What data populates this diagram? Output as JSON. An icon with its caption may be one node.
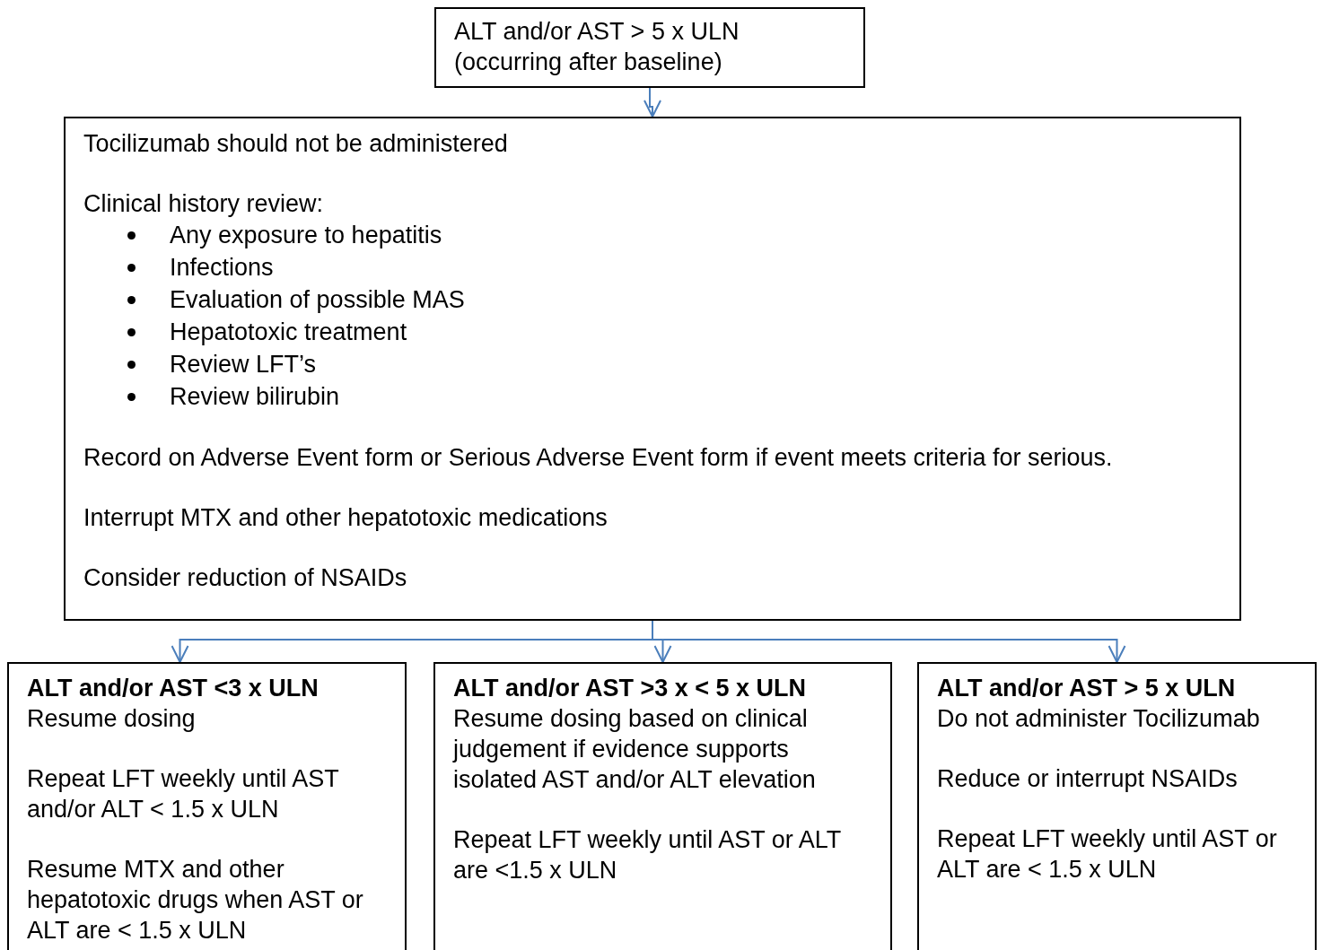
{
  "diagram": {
    "nodes": [
      {
        "text": [
          "ALT and/or AST > 5 x ULN (occurring after baseline)"
        ]
      },
      {
        "text": [
          "Tocilizumab should not be administered",
          "Clinical history review:",
          "Any exposure to hepatitis",
          "Infections",
          "Evaluation of possible MAS",
          "Hepatotoxic treatment",
          "Review LFT’s",
          "Review bilirubin",
          "Record on Adverse Event form or Serious Adverse Event form if event meets criteria for serious.",
          "Interrupt MTX and other hepatotoxic medications",
          "Consider reduction of NSAIDs"
        ]
      },
      {
        "text": [
          "ALT and/or AST <3 x ULN",
          "Resume dosing",
          "Repeat LFT weekly until AST and/or ALT < 1.5 x ULN",
          "Resume MTX and other hepatotoxic drugs when AST or ALT are < 1.5 x ULN"
        ]
      },
      {
        "text": [
          "ALT and/or AST >3 x < 5 x ULN",
          "Resume dosing based on clinical judgement if evidence supports isolated AST and/or ALT elevation",
          "Repeat LFT weekly until AST or ALT are <1.5 x ULN"
        ]
      },
      {
        "text": [
          "ALT and/or AST > 5 x ULN",
          "Do not administer Tocilizumab",
          "Reduce or interrupt NSAIDs",
          "Repeat LFT weekly until AST or ALT are < 1.5 x ULN"
        ]
      }
    ],
    "edges": [
      {
        "from": 0,
        "to": 1,
        "arrow": "to"
      },
      {
        "from": 1,
        "to": 2,
        "arrow": "to"
      },
      {
        "from": 1,
        "to": 3,
        "arrow": "to"
      },
      {
        "from": 1,
        "to": 4,
        "arrow": "to"
      }
    ]
  }
}
